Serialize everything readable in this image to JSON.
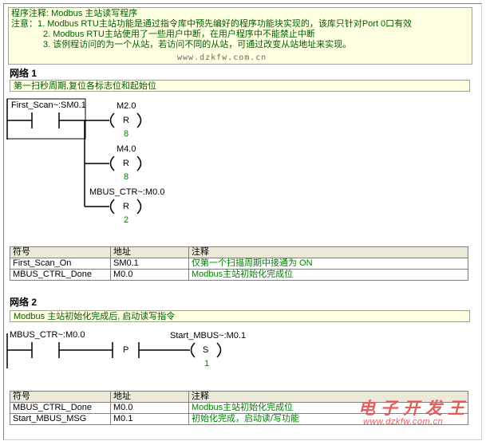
{
  "program_comment": {
    "line1": "程序注释: Modbus 主站读写程序",
    "line2": "注意：1. Modbus RTU主站功能是通过指令库中预先编好的程序功能块实现的，该库只针对Port 0口有效",
    "line3": "2. Modbus RTU主站使用了一些用户中断，在用户程序中不能禁止中断",
    "line4": "3. 该例程访问的为一个从站，若访问不同的从站，可通过改变从站地址来实现。"
  },
  "watermark": "www.dzkfw.com.cn",
  "network1": {
    "title": "网络 1",
    "comment": "第一扫秒周期,复位各标志位和起始位",
    "contact_label": "First_Scan~:SM0.1",
    "coil1": {
      "op": "M2.0",
      "type": "R",
      "n": "8"
    },
    "coil2": {
      "op": "M4.0",
      "type": "R",
      "n": "8"
    },
    "coil3": {
      "op": "MBUS_CTR~:M0.0",
      "type": "R",
      "n": "2"
    },
    "table": {
      "headers": [
        "符号",
        "地址",
        "注释"
      ],
      "rows": [
        [
          "First_Scan_On",
          "SM0.1",
          "仅第一个扫描周期中接通为 ON"
        ],
        [
          "MBUS_CTRL_Done",
          "M0.0",
          "Modbus主站初始化完成位"
        ]
      ]
    }
  },
  "network2": {
    "title": "网络 2",
    "comment": "Modbus 主站初始化完成后, 启动读写指令",
    "contact_label": "MBUS_CTR~:M0.0",
    "pulse": "P",
    "coil": {
      "op": "Start_MBUS~:M0.1",
      "type": "S",
      "n": "1"
    },
    "table": {
      "headers": [
        "符号",
        "地址",
        "注释"
      ],
      "rows": [
        [
          "MBUS_CTRL_Done",
          "M0.0",
          "Modbus主站初始化完成位"
        ],
        [
          "Start_MBUS_MSG",
          "M0.1",
          "初始化完成，启动读/写功能"
        ]
      ]
    }
  },
  "logo": {
    "text": "电子开发王",
    "url": "www.dzkfw.com.cn"
  }
}
